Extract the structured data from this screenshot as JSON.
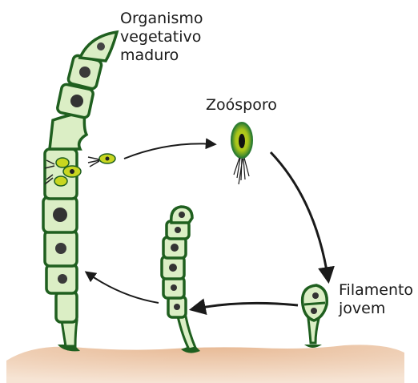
{
  "labels": {
    "mature_organism": [
      "Organismo",
      "vegetativo",
      "maduro"
    ],
    "zoospore": "Zoósporo",
    "young_filament": [
      "Filamento",
      "jovem"
    ]
  },
  "colors": {
    "cell_fill": "#dbeec5",
    "cell_outline": "#1f5f1f",
    "wall_green": "#2e7d32",
    "soil": "#e9c2a0",
    "arrow": "#1a1a1a",
    "zoospore_yellow": "#d9df2a"
  },
  "icons": {
    "nucleus": "dark-speckled-nucleus",
    "flagella": "flagella-tuft"
  }
}
